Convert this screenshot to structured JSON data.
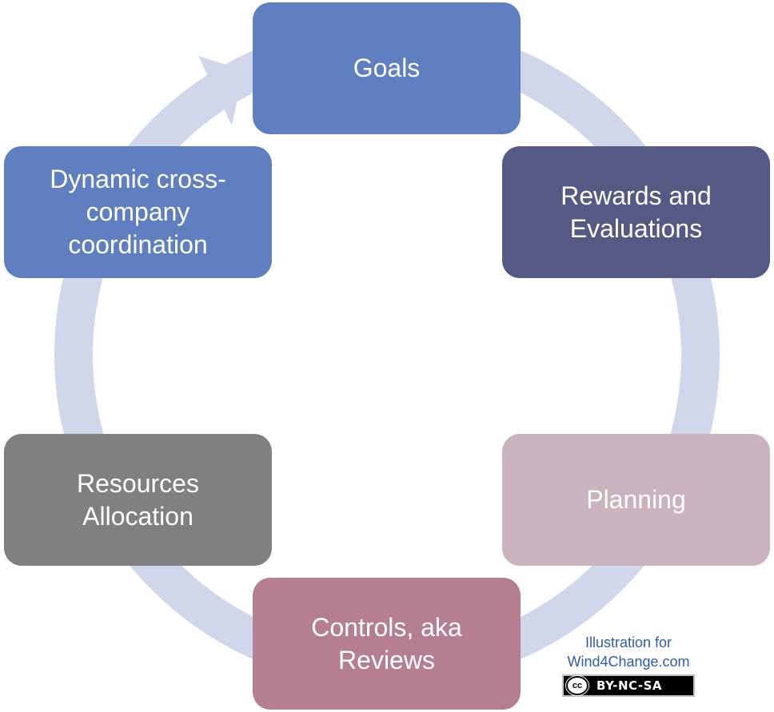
{
  "diagram": {
    "ring_color": "#d0d7ea",
    "nodes": [
      {
        "id": "goals",
        "label": "Goals",
        "color": "#5f7fc0"
      },
      {
        "id": "rewards",
        "label": "Rewards and Evaluations",
        "color": "#555a84"
      },
      {
        "id": "planning",
        "label": "Planning",
        "color": "#cbb3be"
      },
      {
        "id": "controls",
        "label": "Controls, aka Reviews",
        "color": "#b57e91"
      },
      {
        "id": "resources",
        "label": "Resources Allocation",
        "color": "#808080"
      },
      {
        "id": "dynamic",
        "label": "Dynamic cross-company coordination",
        "color": "#5f7fc0"
      }
    ]
  },
  "credit": {
    "line1": "Illustration for",
    "line2": "Wind4Change.com",
    "cc_logo": "cc",
    "license": "BY-NC-SA"
  }
}
